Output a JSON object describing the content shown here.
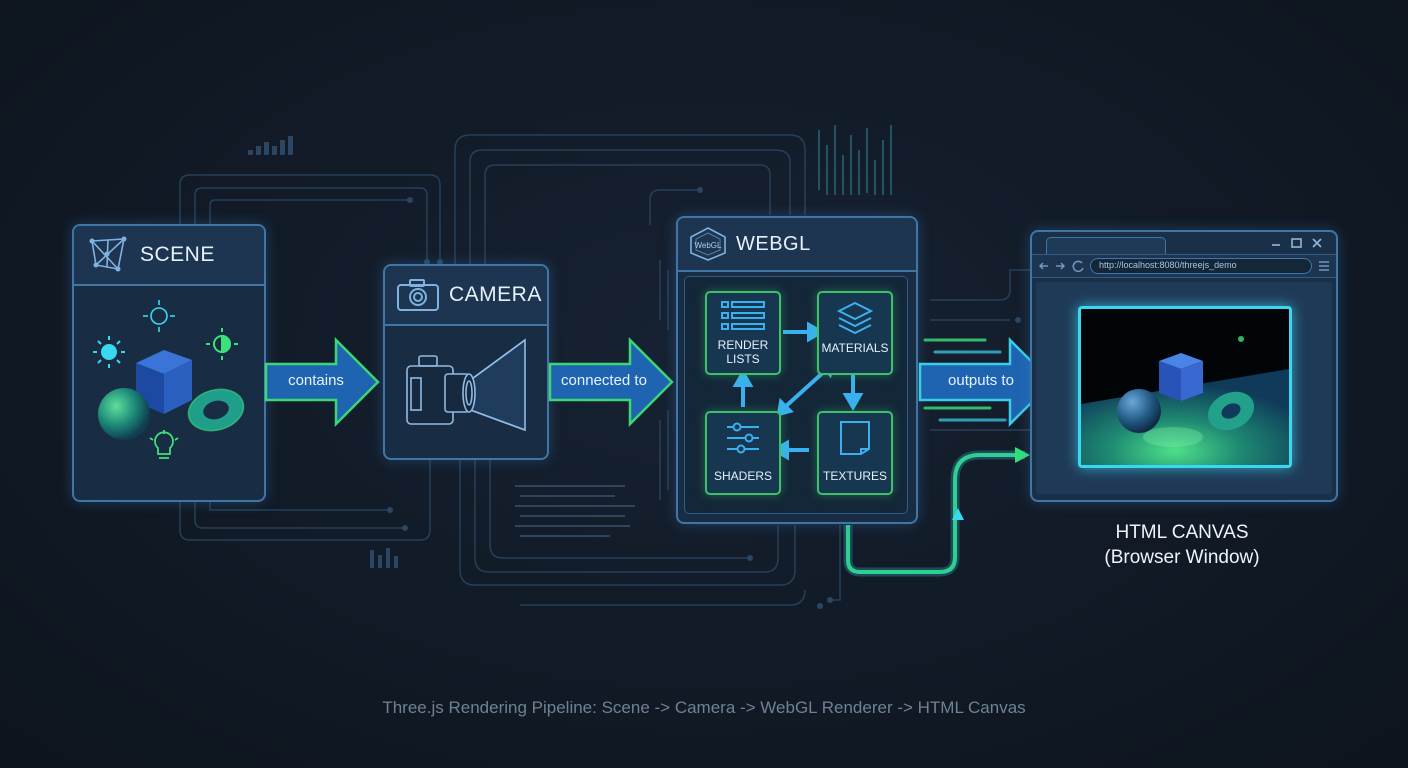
{
  "scene": {
    "title": "SCENE",
    "icon": "scene-graph-icon"
  },
  "camera": {
    "title": "CAMERA",
    "icon": "camera-icon"
  },
  "renderer": {
    "title": "WEBGL RENDERER",
    "logo_text": "WebGL",
    "components": [
      {
        "label": "RENDER\nLISTS",
        "icon": "list-icon"
      },
      {
        "label": "MATERIALS",
        "icon": "layers-icon"
      },
      {
        "label": "SHADERS",
        "icon": "sliders-icon"
      },
      {
        "label": "TEXTURES",
        "icon": "texture-icon"
      }
    ]
  },
  "arrows": {
    "contains": "contains",
    "connected_to": "connected to",
    "outputs_to": "outputs to"
  },
  "browser": {
    "url": "http://localhost:8080/threejs_demo",
    "icons": [
      "back-icon",
      "forward-icon",
      "reload-icon",
      "menu-icon",
      "minimize-icon",
      "maximize-icon",
      "close-icon"
    ]
  },
  "canvas_caption": {
    "line1": "HTML CANVAS",
    "line2": "(Browser Window)"
  },
  "footer": "Three.js Rendering Pipeline: Scene -> Camera -> WebGL Renderer -> HTML Canvas",
  "colors": {
    "panel_border": "#3f76a6",
    "arrow_blue": "#2f8fe0",
    "glow_green": "#3ee07a",
    "accent_cyan": "#3ad8f0"
  }
}
